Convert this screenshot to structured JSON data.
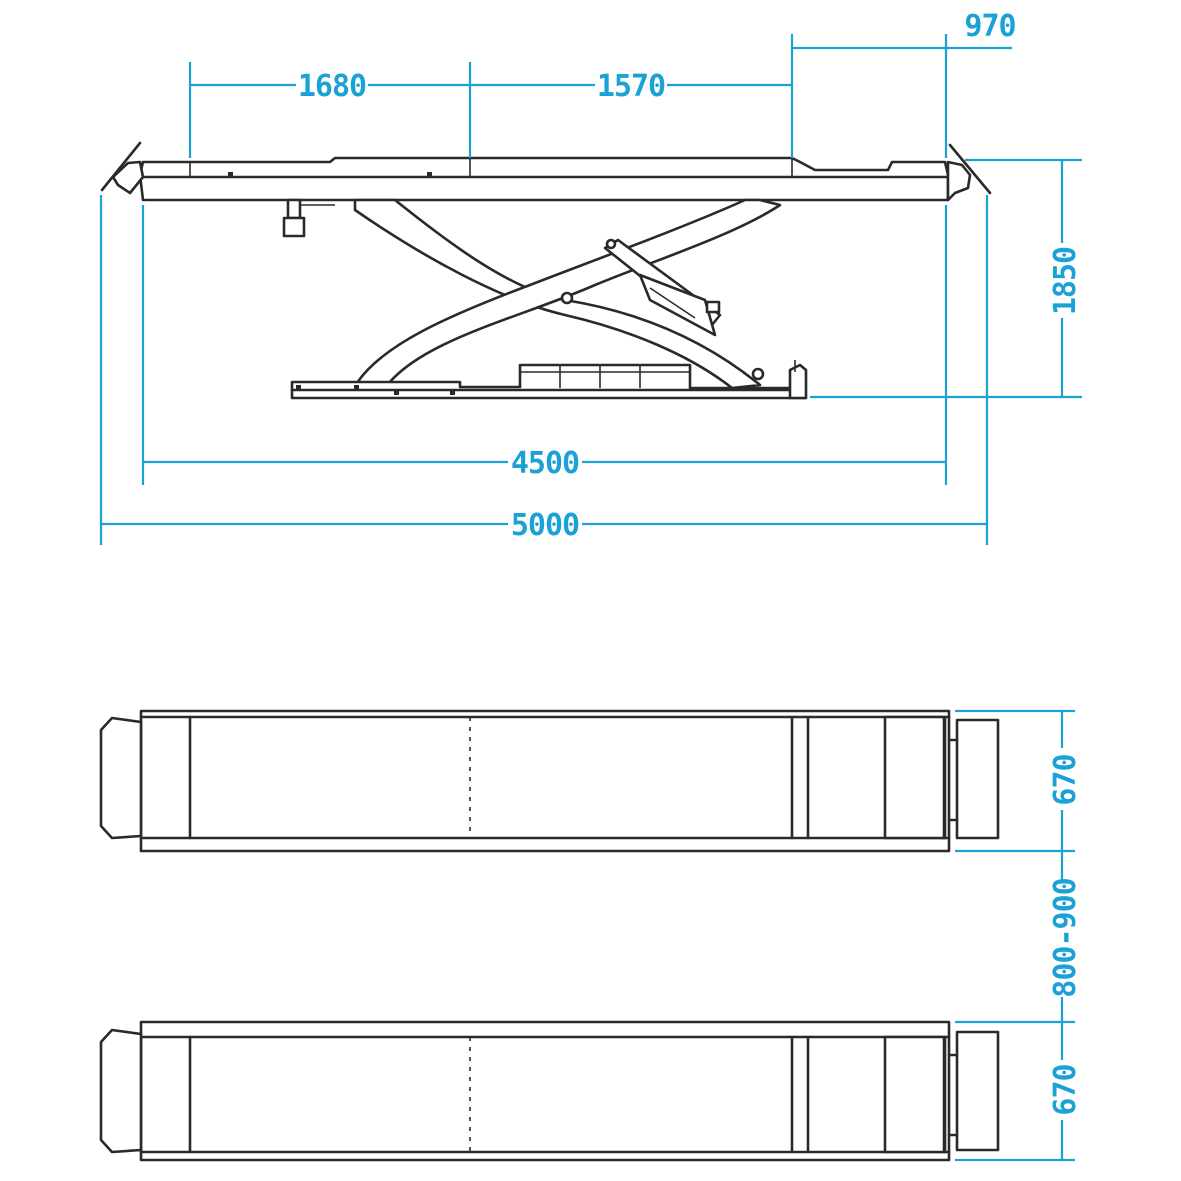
{
  "colors": {
    "dimension": "#1aa2d6",
    "outline": "#2a2a2a",
    "background": "#ffffff"
  },
  "dimensions": {
    "segment_1": "1680",
    "segment_2": "1570",
    "segment_3": "970",
    "height": "1850",
    "platform_length": "4500",
    "overall_length": "5000",
    "platform_width_top": "670",
    "gap_between_platforms": "800-900",
    "platform_width_bottom": "670"
  }
}
